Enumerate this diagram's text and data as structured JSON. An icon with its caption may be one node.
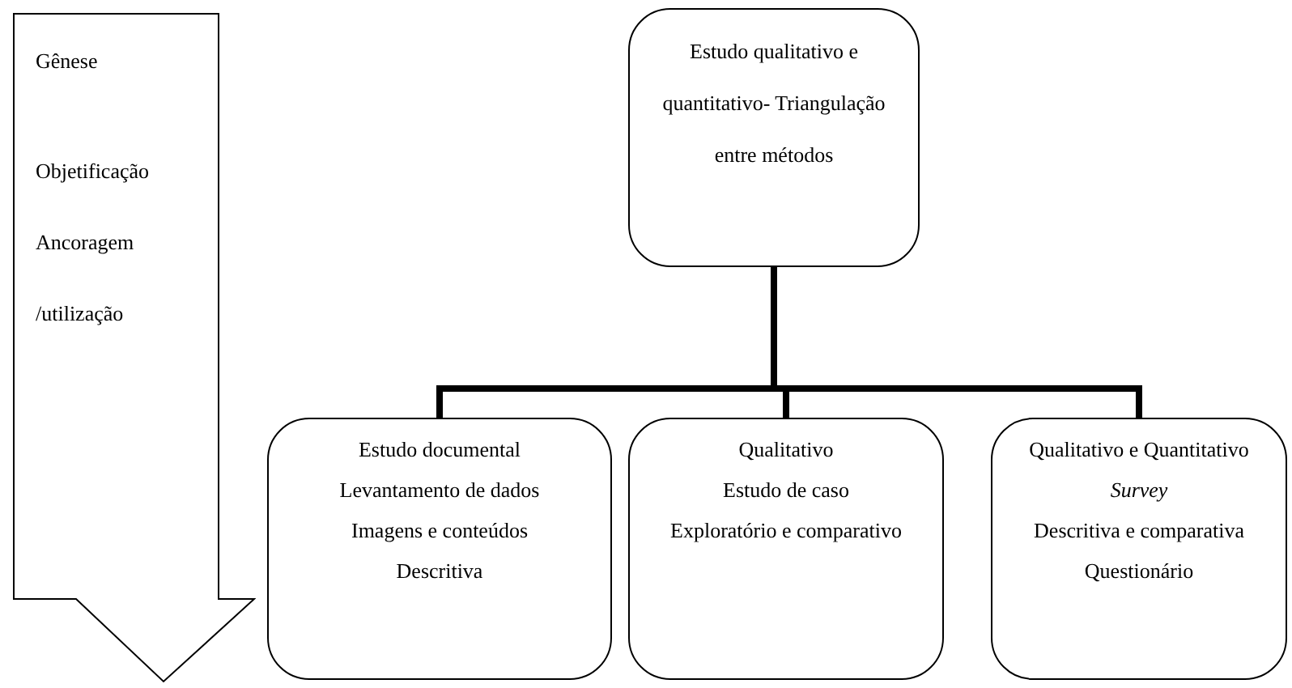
{
  "diagram": {
    "nodes": [
      {
        "text": [
          "Gênese",
          "Objetificação",
          "Ancoragem /utilização"
        ]
      },
      {
        "text": [
          "Estudo qualitativo e quantitativo- Triangulação entre métodos"
        ]
      },
      {
        "text": [
          "Estudo documental",
          "Levantamento de dados",
          "Imagens e conteúdos",
          "Descritiva"
        ]
      },
      {
        "text": [
          "Qualitativo",
          "Estudo de caso",
          "Exploratório e comparativo"
        ]
      },
      {
        "text": [
          "Qualitativo e Quantitativo",
          "Survey",
          "Descritiva e comparativa",
          "Questionário"
        ]
      }
    ],
    "edges": [
      {
        "from": 1,
        "to": 2,
        "arrow": "none"
      },
      {
        "from": 1,
        "to": 3,
        "arrow": "none"
      },
      {
        "from": 1,
        "to": 4,
        "arrow": "none"
      }
    ]
  }
}
